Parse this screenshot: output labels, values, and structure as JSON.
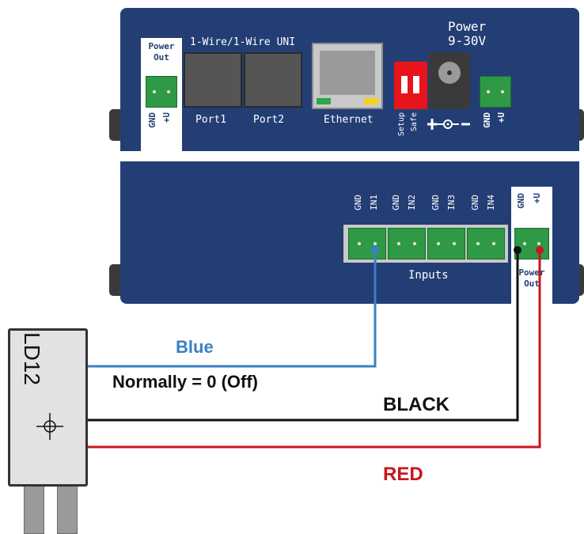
{
  "device_top": {
    "power_out_label": "Power\nOut",
    "power_out_pins": [
      "GND",
      "+U"
    ],
    "onewire_label": "1-Wire/1-Wire UNI",
    "port1_label": "Port1",
    "port2_label": "Port2",
    "ethernet_label": "Ethernet",
    "setup_label": "Setup",
    "safe_label": "Safe",
    "power_title": "Power",
    "power_voltage": "9-30V",
    "power_pins": [
      "GND",
      "+U"
    ]
  },
  "device_bottom": {
    "input_pins": [
      "GND",
      "IN1",
      "GND",
      "IN2",
      "GND",
      "IN3",
      "GND",
      "IN4"
    ],
    "inputs_label": "Inputs",
    "power_out_pins": [
      "GND",
      "+U"
    ],
    "power_out_label": "Power\nOut"
  },
  "sensor": {
    "name": "LD12"
  },
  "wires": {
    "blue": {
      "label": "Blue",
      "note": "Normally = 0 (Off)",
      "color": "#3a80c4"
    },
    "black": {
      "label": "BLACK",
      "color": "#111111"
    },
    "red": {
      "label": "RED",
      "color": "#c8161d"
    }
  },
  "colors": {
    "panel": "#233e75",
    "terminal_green": "#2f9a45",
    "dip_red": "#e8141b"
  }
}
